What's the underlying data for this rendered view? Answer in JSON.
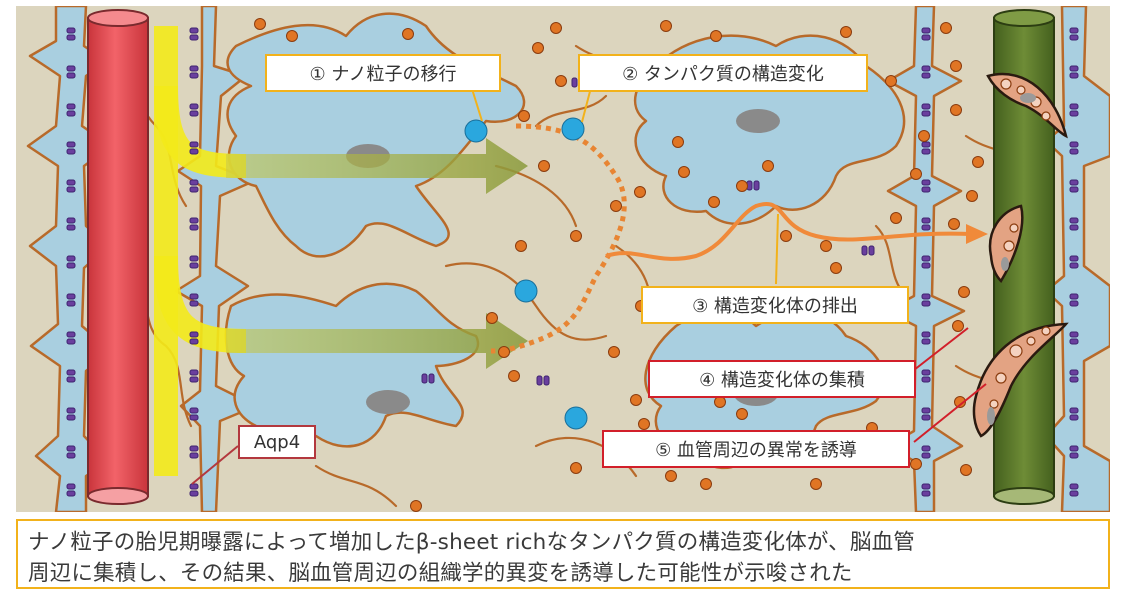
{
  "labels": {
    "step1": "① ナノ粒子の移行",
    "step2": "② タンパク質の構造変化",
    "step3": "③ 構造変化体の排出",
    "step4": "④ 構造変化体の集積",
    "step5": "⑤ 血管周辺の異常を誘導",
    "aqp4": "Aqp4"
  },
  "caption": {
    "line1": "ナノ粒子の胎児期曝露によって増加したβ-sheet richなタンパク質の構造変化体が、脳血管",
    "line2": "周辺に集積し、その結果、脳血管周辺の組織学的異変を誘導した可能性が示唆された"
  },
  "colors": {
    "background": "#dcd5be",
    "astrocyte": "#a9cfe0",
    "astrocyte_outline": "#b86a2a",
    "artery": "#e8585e",
    "vein": "#5e7a2e",
    "flow_arrow": "#f3ea1a",
    "particle_blue": "#2aa7de",
    "particle_orange": "#e07524",
    "aqp4": "#6a3f9e",
    "label_yellow_border": "#f2b21b",
    "label_red_border": "#d21f2a"
  }
}
